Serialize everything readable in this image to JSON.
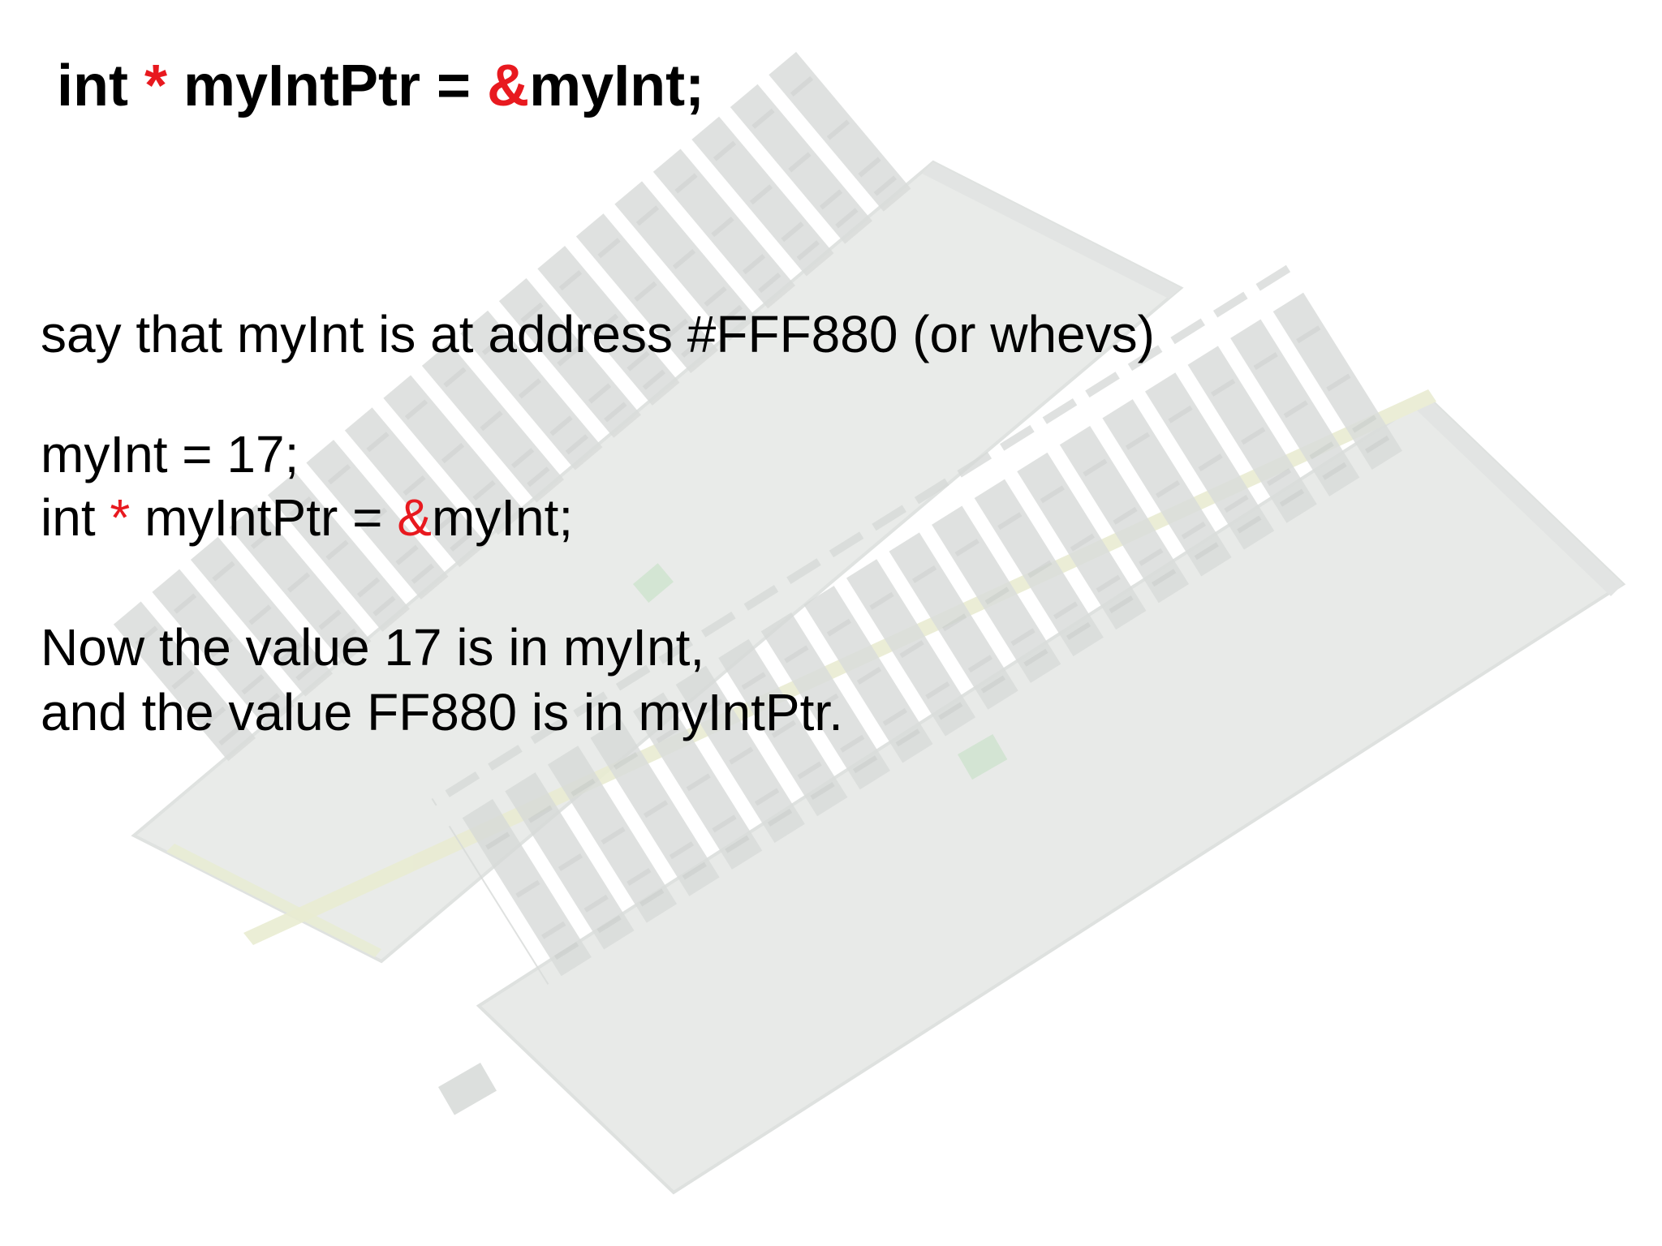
{
  "colors": {
    "text": "#000000",
    "accent_red": "#e8191f",
    "ram_board": "#e6e8e6",
    "ram_chip": "#d3d6d4",
    "ram_edge": "#e9ecd4"
  },
  "title": {
    "part1": "int ",
    "star": "*",
    "part2": " myIntPtr = ",
    "amp": "&",
    "part3": "myInt;"
  },
  "body": {
    "address_line": "say that myInt is at address #FFF880 (or whevs)",
    "assign_line": "myInt = 17;",
    "decl": {
      "part1": "int ",
      "star": "*",
      "part2": " myIntPtr = ",
      "amp": "&",
      "part3": "myInt;"
    },
    "now_line": "Now the value 17 is in myInt,",
    "and_line": "and the value FF880 is in myIntPtr."
  },
  "background_image": {
    "icon": "ram-modules-icon"
  }
}
